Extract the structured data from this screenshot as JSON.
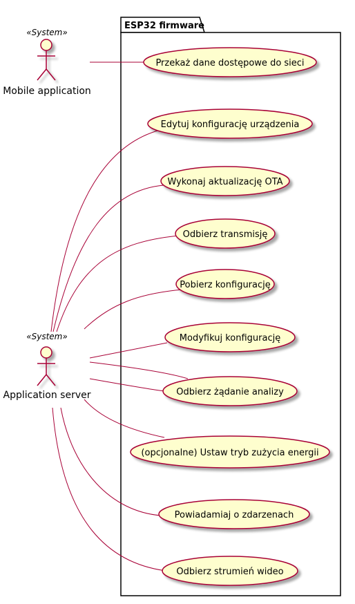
{
  "package": {
    "title": "ESP32 firmware"
  },
  "actors": [
    {
      "id": "mobile",
      "name": "Mobile application",
      "stereotype": "«System»"
    },
    {
      "id": "server",
      "name": "Application server",
      "stereotype": "«System»"
    }
  ],
  "use_cases": [
    {
      "id": "uc1",
      "label": "Przekaż dane dostępowe do sieci"
    },
    {
      "id": "uc2",
      "label": "Edytuj konfigurację urządzenia"
    },
    {
      "id": "uc3",
      "label": "Wykonaj aktualizację OTA"
    },
    {
      "id": "uc4",
      "label": "Odbierz transmisję"
    },
    {
      "id": "uc5",
      "label": "Pobierz konfigurację"
    },
    {
      "id": "uc6",
      "label": "Modyfikuj konfigurację"
    },
    {
      "id": "uc7",
      "label": "Odbierz żądanie analizy"
    },
    {
      "id": "uc8",
      "label": "(opcjonalne) Ustaw tryb zużycia energii"
    },
    {
      "id": "uc9",
      "label": "Powiadamiaj o zdarzenach"
    },
    {
      "id": "uc10",
      "label": "Odbierz strumień wideo"
    }
  ],
  "associations": [
    {
      "from": "mobile",
      "to": "uc1"
    },
    {
      "from": "server",
      "to": "uc2"
    },
    {
      "from": "server",
      "to": "uc3"
    },
    {
      "from": "server",
      "to": "uc4"
    },
    {
      "from": "server",
      "to": "uc5"
    },
    {
      "from": "server",
      "to": "uc6"
    },
    {
      "from": "server",
      "to": "uc7"
    },
    {
      "from": "server",
      "to": "uc7"
    },
    {
      "from": "server",
      "to": "uc8"
    },
    {
      "from": "server",
      "to": "uc9"
    },
    {
      "from": "server",
      "to": "uc10"
    }
  ],
  "colors": {
    "actor_fill": "#FEFECE",
    "usecase_fill": "#FEFECE",
    "stroke": "#A80036",
    "package_border": "#000000",
    "shadow": "#C0C0C0"
  }
}
